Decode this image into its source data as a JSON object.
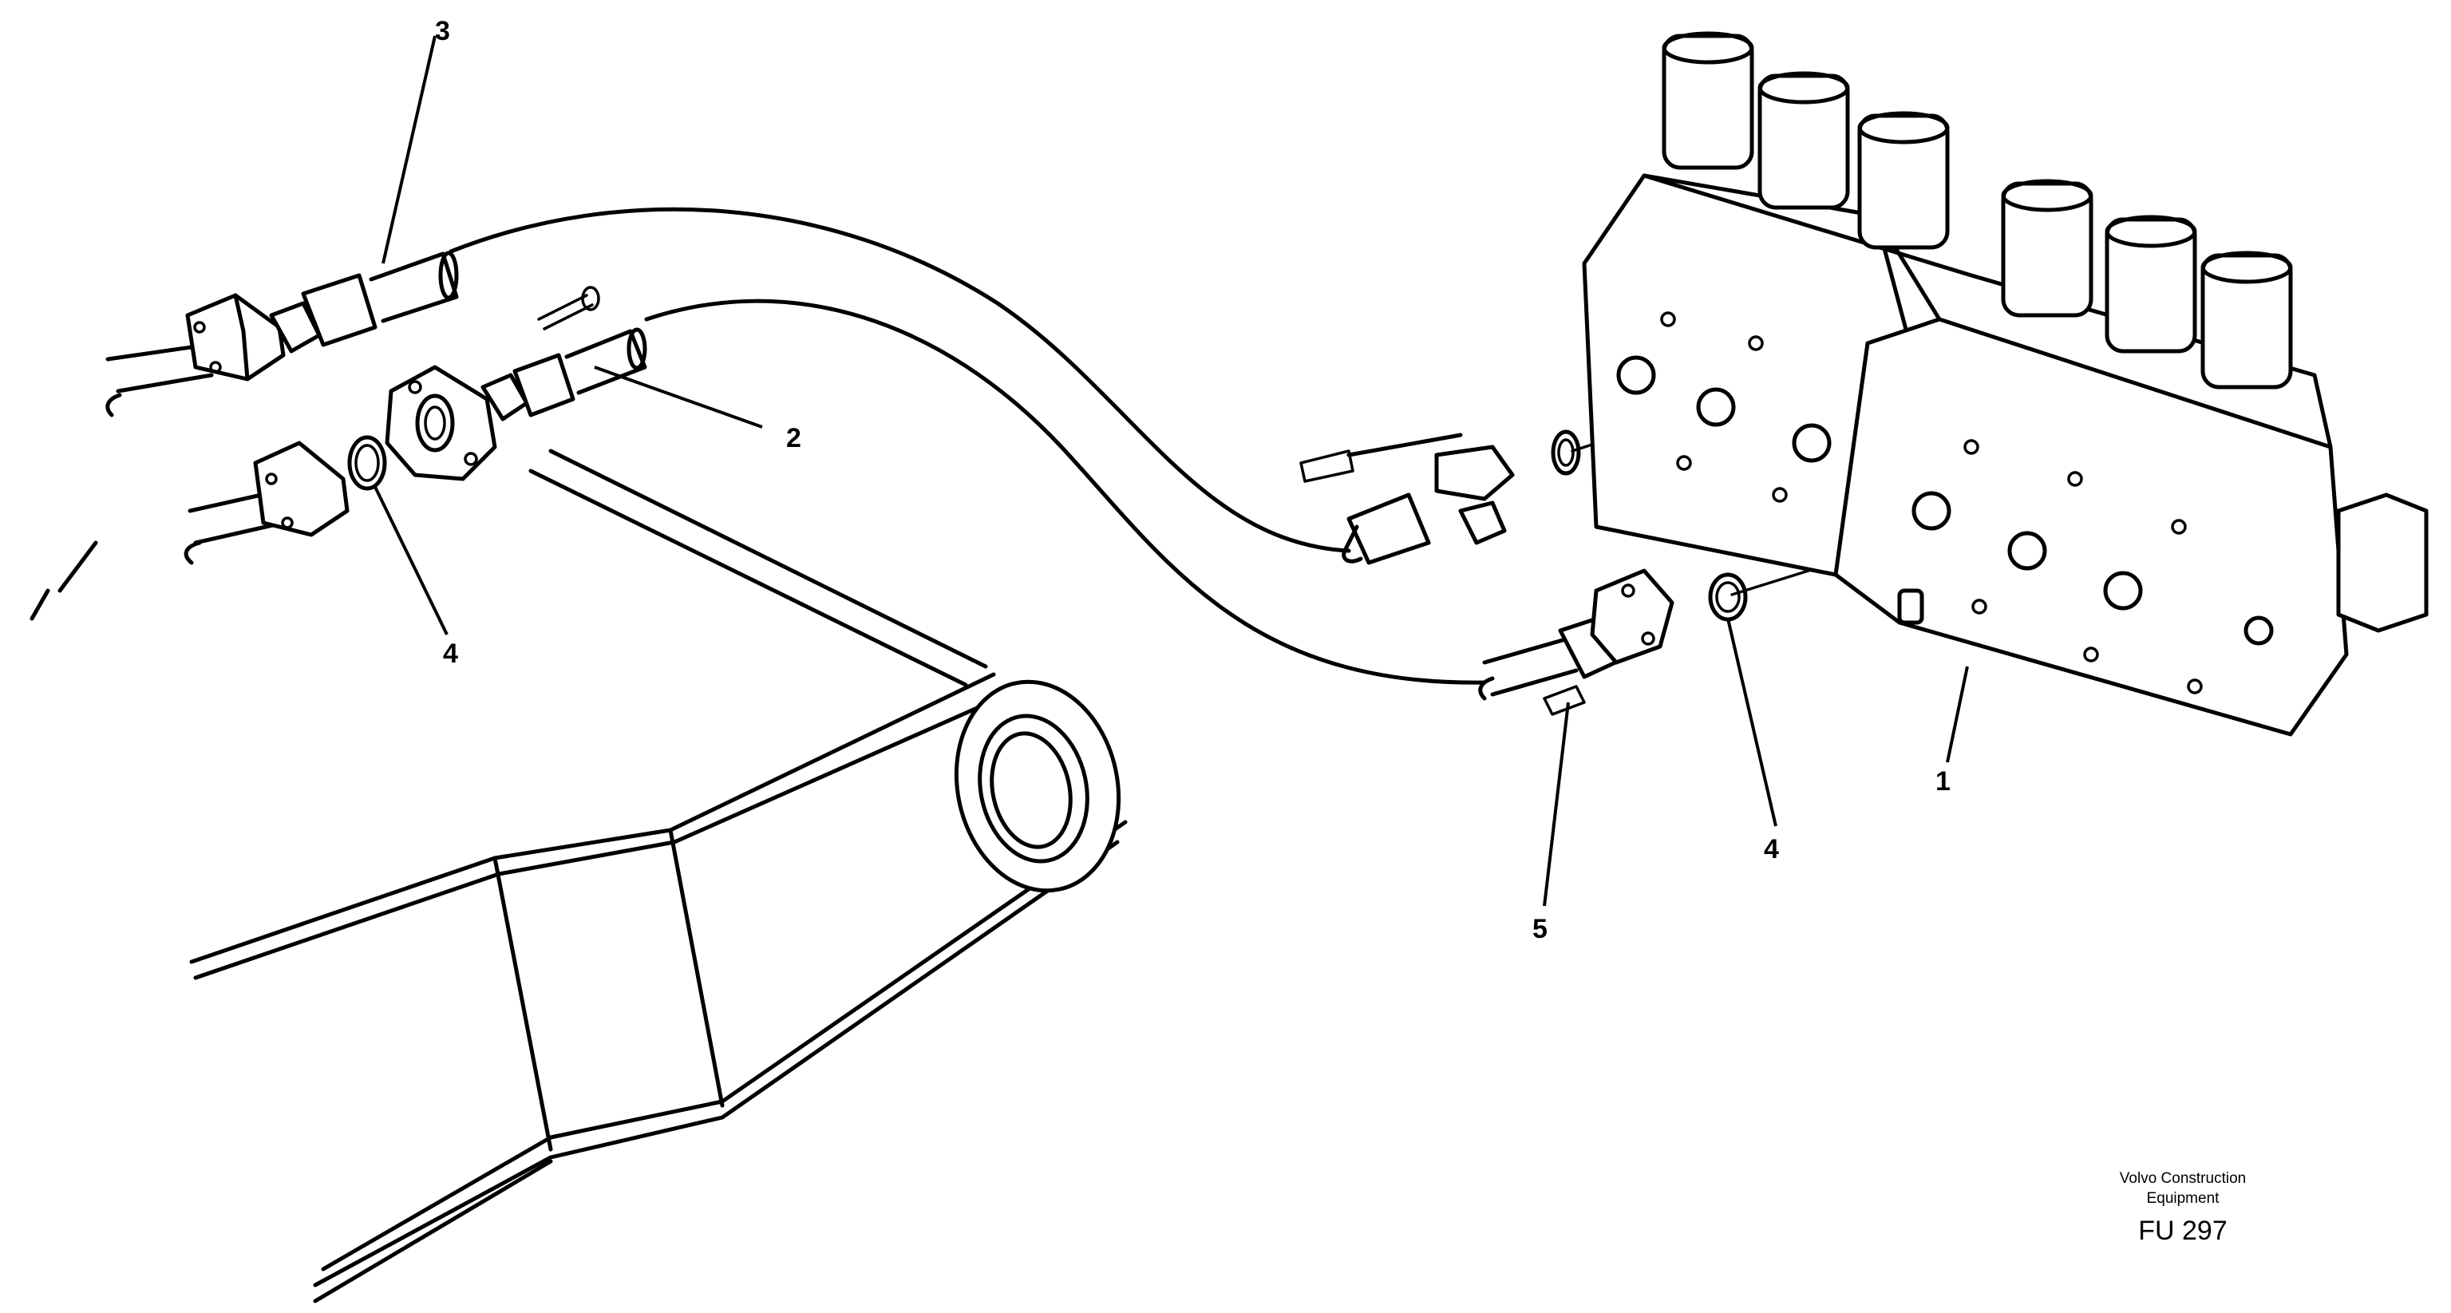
{
  "callouts": {
    "label_1": "1",
    "label_2": "2",
    "label_3": "3",
    "label_4a": "4",
    "label_4b": "4",
    "label_5": "5"
  },
  "footer": {
    "company_line1": "Volvo Construction",
    "company_line2": "Equipment",
    "drawing_code": "FU 297"
  }
}
